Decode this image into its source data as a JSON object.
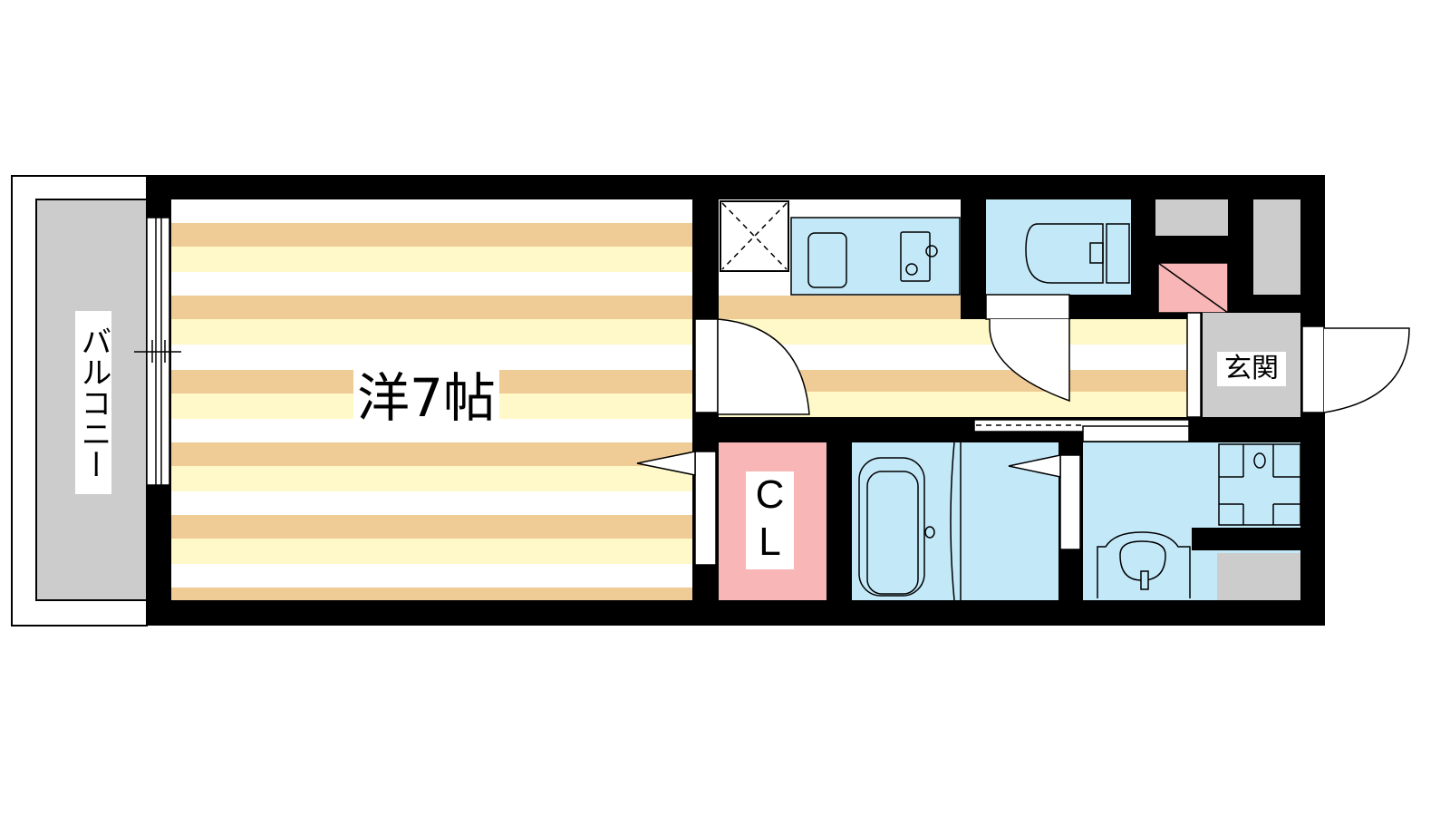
{
  "floorplan": {
    "main_room_label": "洋7帖",
    "balcony_label": "バルコニー",
    "closet_label_line1": "C",
    "closet_label_line2": "L",
    "entrance_label": "玄関"
  },
  "colors": {
    "wall": "#000000",
    "floor_orange": "#efcb96",
    "floor_yellow": "#fff8c8",
    "wet_area_blue": "#c3e8f8",
    "closet_pink": "#f8b6b6",
    "gray": "#cccccc"
  }
}
